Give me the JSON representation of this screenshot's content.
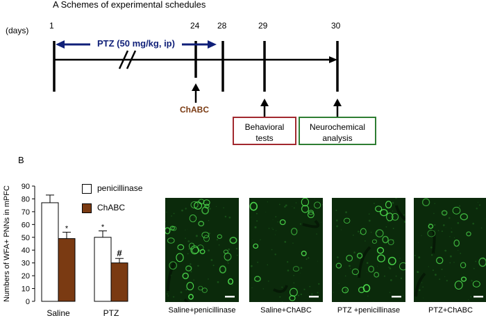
{
  "panel_a": {
    "title": "A  Schemes of experimental schedules",
    "days_label": "(days)",
    "days": [
      "1",
      "24",
      "28",
      "29",
      "30"
    ],
    "treatment_label": "PTZ (50 mg/kg, ip)",
    "injection_label": "ChABC",
    "boxes": [
      {
        "lines": [
          "Behavioral",
          "tests"
        ],
        "color": "#a1282e"
      },
      {
        "lines": [
          "Neurochemical",
          "analysis"
        ],
        "color": "#2e7d32"
      }
    ],
    "colors": {
      "timeline": "#000000",
      "treatment_arrow": "#0f1f78",
      "injection_label": "#7a3a12"
    }
  },
  "panel_b": {
    "label": "B",
    "chart_data": {
      "type": "bar",
      "ylabel": "Numbers of WFA+ PNNs in mPFC",
      "ylim": [
        0,
        90
      ],
      "yticks": [
        "0",
        "10",
        "20",
        "30",
        "40",
        "50",
        "60",
        "70",
        "80",
        "90"
      ],
      "categories": [
        "Saline",
        "PTZ"
      ],
      "series": [
        {
          "name": "penicillinase",
          "values": [
            77,
            50
          ],
          "errors": [
            6,
            5
          ],
          "color": "#ffffff",
          "markers": [
            "",
            "*"
          ]
        },
        {
          "name": "ChABC",
          "values": [
            49,
            30
          ],
          "errors": [
            5,
            3.5
          ],
          "color": "#7a3a12",
          "markers": [
            "*",
            "#"
          ]
        }
      ]
    }
  },
  "micrographs": [
    {
      "caption": "Saline+penicillinase",
      "density": "high"
    },
    {
      "caption": "Saline+ChABC",
      "density": "low"
    },
    {
      "caption": "PTZ +penicillinase",
      "density": "medium"
    },
    {
      "caption": "PTZ+ChABC",
      "density": "low"
    }
  ]
}
